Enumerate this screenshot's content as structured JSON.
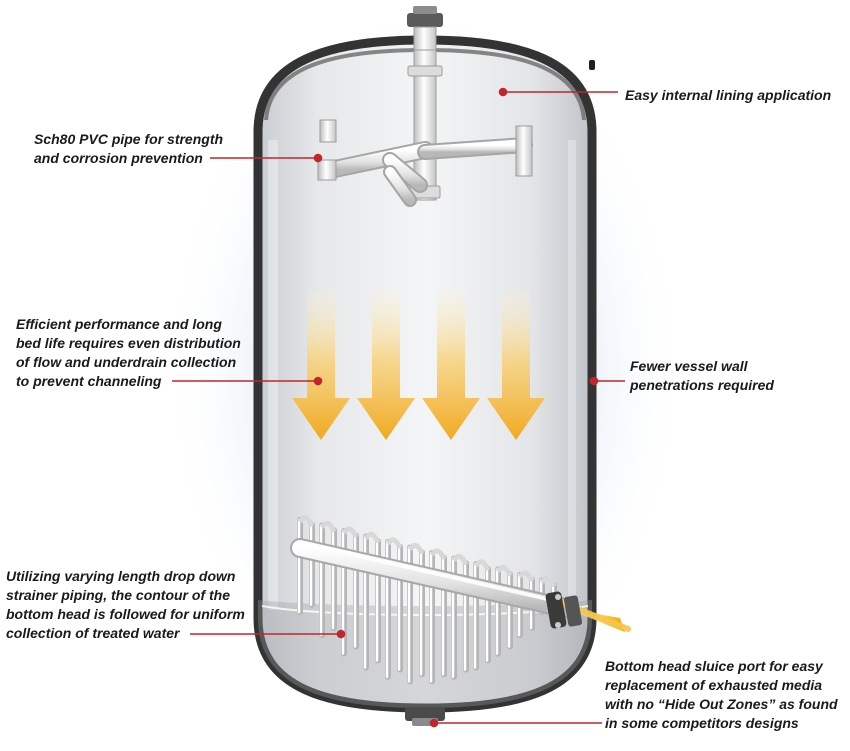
{
  "callouts": {
    "lining": {
      "lines": [
        "Easy internal lining application"
      ]
    },
    "pvc": {
      "lines": [
        "Sch80 PVC pipe for strength",
        "and corrosion prevention"
      ]
    },
    "performance": {
      "lines": [
        "Efficient performance and long",
        "bed life requires even distribution",
        "of flow and underdrain collection",
        "to prevent channeling"
      ]
    },
    "penetrations": {
      "lines": [
        "Fewer vessel wall",
        "penetrations required"
      ]
    },
    "strainer": {
      "lines": [
        "Utilizing varying length drop down",
        "strainer piping, the contour of the",
        "bottom head is followed for uniform",
        "collection of treated water"
      ]
    },
    "sluice": {
      "lines": [
        "Bottom head sluice port for easy",
        "replacement of exhausted media",
        "with no “Hide Out Zones” as found",
        "in some competitors designs"
      ]
    }
  },
  "colors": {
    "leader_line": "#c0262c",
    "flow_arrow": "#f2b32a",
    "vessel_wall": "#3c3c3c",
    "pipe": "#eeeeee"
  }
}
